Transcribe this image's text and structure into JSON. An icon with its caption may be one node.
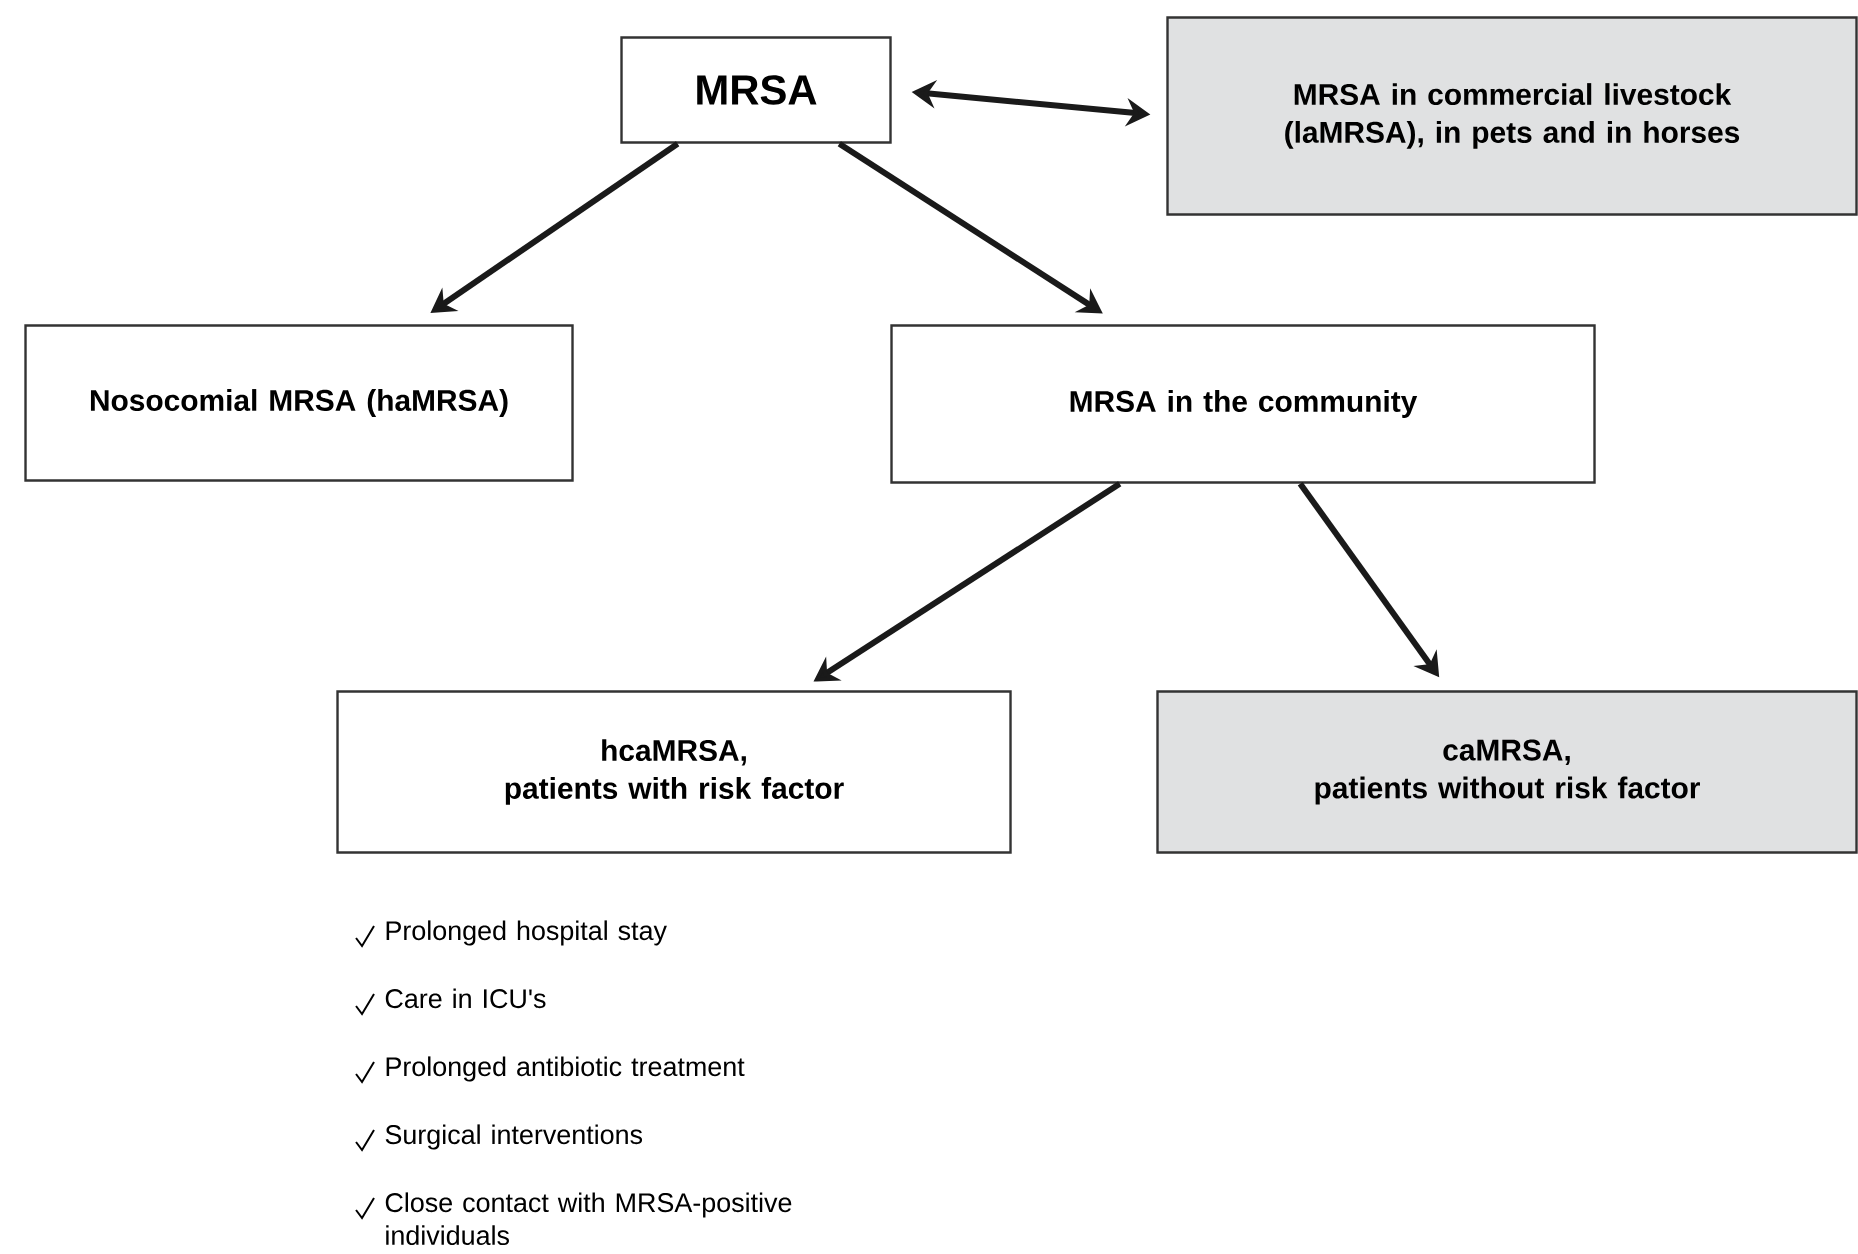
{
  "diagram": {
    "nodes": [
      {
        "text": [
          "MRSA"
        ]
      },
      {
        "text": [
          "MRSA in commercial livestock (laMRSA), in pets and in horses"
        ]
      },
      {
        "text": [
          "Nosocomial MRSA (haMRSA)"
        ]
      },
      {
        "text": [
          "MRSA in the community"
        ]
      },
      {
        "text": [
          "hcaMRSA,",
          "patients with risk factor"
        ]
      },
      {
        "text": [
          "caMRSA,",
          "patients without risk factor"
        ]
      }
    ],
    "edges": [
      {
        "from": 0,
        "to": 1,
        "arrow": "both"
      },
      {
        "from": 0,
        "to": 2,
        "arrow": "to"
      },
      {
        "from": 0,
        "to": 3,
        "arrow": "to"
      },
      {
        "from": 3,
        "to": 4,
        "arrow": "to"
      },
      {
        "from": 3,
        "to": 5,
        "arrow": "to"
      }
    ],
    "labels": [
      "Prolonged hospital stay",
      "Care in ICU's",
      "Prolonged antibiotic treatment",
      "Surgical interventions",
      "Close contact with MRSA-positive individuals"
    ]
  }
}
